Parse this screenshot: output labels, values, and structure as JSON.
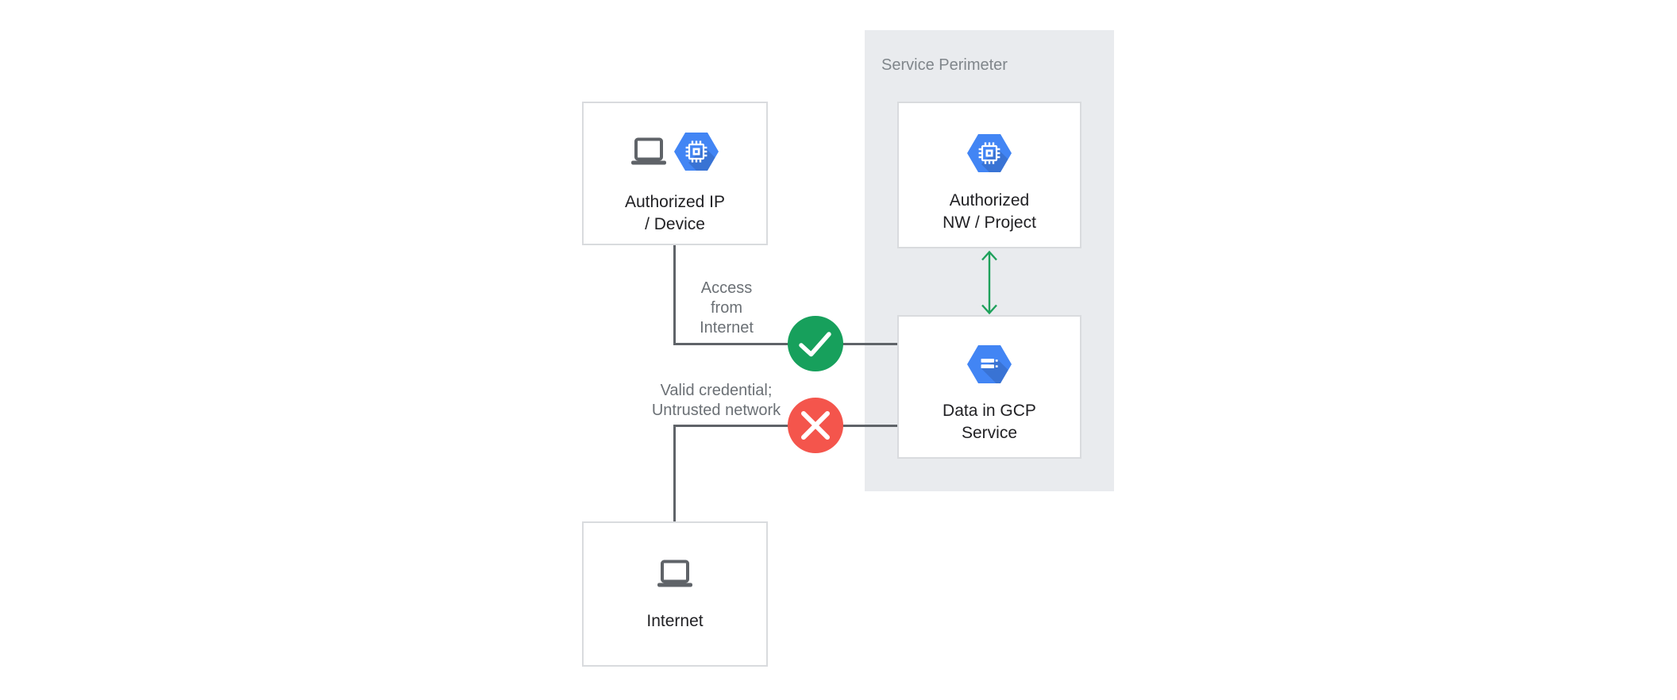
{
  "perimeter": {
    "label": "Service Perimeter"
  },
  "nodes": {
    "authorized_ip_device": {
      "line1": "Authorized IP",
      "line2": "/ Device"
    },
    "authorized_nw_project": {
      "line1": "Authorized",
      "line2": "NW / Project"
    },
    "data_in_gcp_service": {
      "line1": "Data in GCP",
      "line2": "Service"
    },
    "internet": {
      "line1": "Internet",
      "line2": ""
    }
  },
  "edges": {
    "allowed": {
      "status": "allowed",
      "label_line1": "Access",
      "label_line2": "from",
      "label_line3": "Internet"
    },
    "denied": {
      "status": "denied",
      "label_line1": "Valid credential;",
      "label_line2": "Untrusted network"
    },
    "perimeter_exchange": {
      "status": "bidirectional"
    }
  },
  "colors": {
    "background": "#ffffff",
    "perimeter_fill": "#e9ebee",
    "perimeter_label": "#80868b",
    "node_border": "#d9dbde",
    "node_text": "#212124",
    "edge_line": "#5f6368",
    "edge_label_text": "#6b7075",
    "gcp_blue": "#4285f4",
    "allowed_green": "#17a05c",
    "arrow_green": "#1ea15b",
    "denied_red": "#f4554c",
    "icon_gray": "#5f6368"
  }
}
